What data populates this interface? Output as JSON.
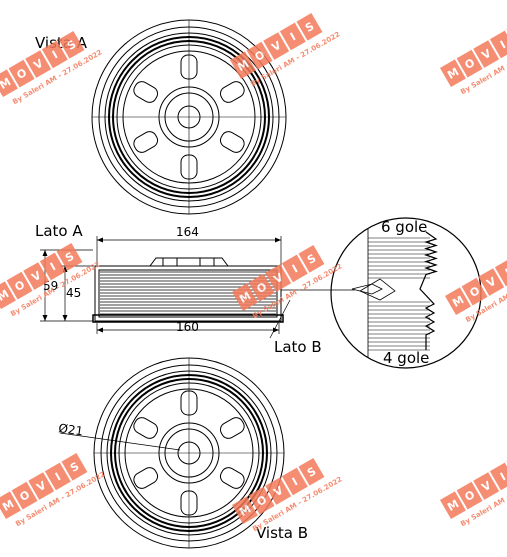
{
  "labels": {
    "vista_a": "Vista A",
    "vista_b": "Vista B",
    "lato_a": "Lato A",
    "lato_b": "Lato B",
    "gole_6": "6 gole",
    "gole_4": "4 gole"
  },
  "dimensions": {
    "overall_width": "164",
    "base_width": "160",
    "height_59": "59",
    "height_45": "45",
    "bore": "Ø21"
  },
  "watermark": {
    "brand": "MOVIS",
    "credit": "By Saleri AM - 27.06.2022"
  },
  "colors": {
    "line": "#000000",
    "watermark": "#f47a5a",
    "background": "#ffffff"
  }
}
